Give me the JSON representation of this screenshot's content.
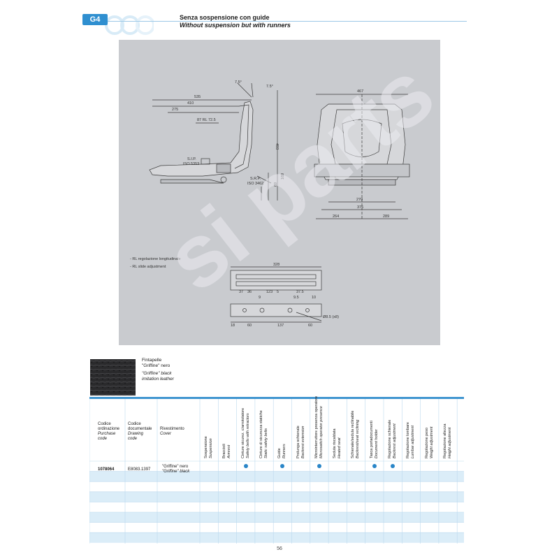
{
  "header": {
    "badge": "G4",
    "title_it": "Senza sospensione con guide",
    "title_en": "Without suspension but with runners"
  },
  "drawing": {
    "side": {
      "angle_left": "7.5°",
      "angle_right": "7.5°",
      "dim_535": "535",
      "dim_410": "410",
      "dim_275": "275",
      "dim_87": "87 RL 72.5",
      "dim_493": "493",
      "dim_169": "169",
      "dim_69": "69",
      "sip": "S.I.P.",
      "iso5353": "ISO 5353",
      "srp": "S.R.P.",
      "iso3462": "ISO 3462"
    },
    "front": {
      "dim_467": "467",
      "dim_270": "270",
      "dim_375": "375",
      "dim_264": "264",
      "dim_289": "289"
    },
    "notes": {
      "rl_it": "- RL regolazione longitudinale",
      "rl_en": "- RL slide adjustment"
    },
    "runner": {
      "dim_328": "328",
      "dim_37": "37",
      "dim_36": "36",
      "dim_123": "123",
      "dim_5": "5",
      "dim_37b": "37.5",
      "dim_9": "9",
      "dim_95": "9.5",
      "dim_10": "10",
      "dim_18": "18",
      "dim_60": "60",
      "dim_137": "137",
      "dim_60b": "60",
      "hole": "Ø8.5 (x8)"
    }
  },
  "watermark": "si parts",
  "swatch": {
    "line1": "Fintapelle",
    "line2": "\"Griffine\" nero",
    "line3": "\"Griffine\" black",
    "line4": "imitation leather"
  },
  "table": {
    "h_code_it1": "Codice",
    "h_code_it2": "ordinazione",
    "h_code_en1": "Purchase",
    "h_code_en2": "code",
    "h_draw_it1": "Codice",
    "h_draw_it2": "documentale",
    "h_draw_en1": "Drawing",
    "h_draw_en2": "code",
    "h_cover_it": "Rivestimento",
    "h_cover_en": "Cover",
    "vcols": [
      {
        "it": "Sospensione",
        "en": "Suspension"
      },
      {
        "it": "Braccioli",
        "en": "Armrest"
      },
      {
        "it": "Cinture sicurez. c/arrotolatore",
        "en": "Safety belts with retractors"
      },
      {
        "it": "Cinture di sicurezza statiche",
        "en": "Static safety belts"
      },
      {
        "it": "Guide",
        "en": "Runners"
      },
      {
        "it": "Prolunga schienale",
        "en": "Backrest extension"
      },
      {
        "it": "Microinterruttore presenza operatore",
        "en": "Microswitch operator presence"
      },
      {
        "it": "Seduta riscaldata",
        "en": "Heated seat"
      },
      {
        "it": "Schienale/seduta reclinabile",
        "en": "Backrest/seat reclining"
      },
      {
        "it": "Tasca portadocumenti",
        "en": "Document holder"
      },
      {
        "it": "Regolazione schienale",
        "en": "Backrest adjustment"
      },
      {
        "it": "Regolazione lombare",
        "en": "Lumbar adjustment"
      },
      {
        "it": "Regolazione peso",
        "en": "Weight adjustment"
      },
      {
        "it": "Regolazione altezza",
        "en": "Height adjustment"
      }
    ],
    "row": {
      "code": "1078064",
      "drawing": "E8083.1397",
      "cover_it": "\"Griffine\" nero",
      "cover_en": "\"Griffine\" black",
      "dots": [
        2,
        4,
        6,
        9,
        10
      ]
    }
  },
  "page_number": "56"
}
